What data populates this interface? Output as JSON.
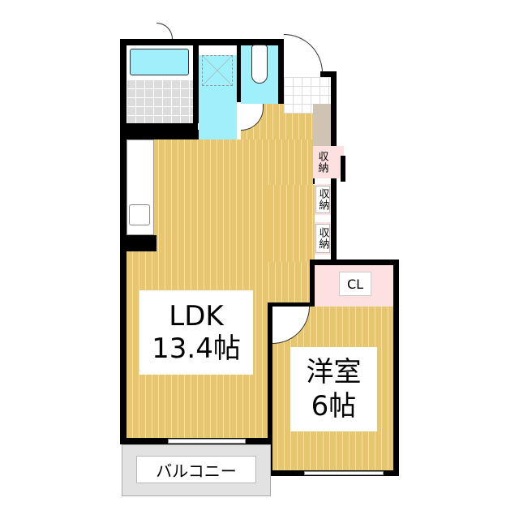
{
  "rooms": {
    "ldk": {
      "name": "LDK",
      "size": "13.4帖"
    },
    "western_room": {
      "name": "洋室",
      "size": "6帖"
    },
    "closet": "CL",
    "storage": [
      "収納",
      "収納",
      "収納"
    ],
    "balcony": "バルコニー"
  },
  "colors": {
    "floor": "#e7c66f",
    "water": "#9ff0fa",
    "storage": "#fde0e0",
    "wall": "#000000"
  }
}
